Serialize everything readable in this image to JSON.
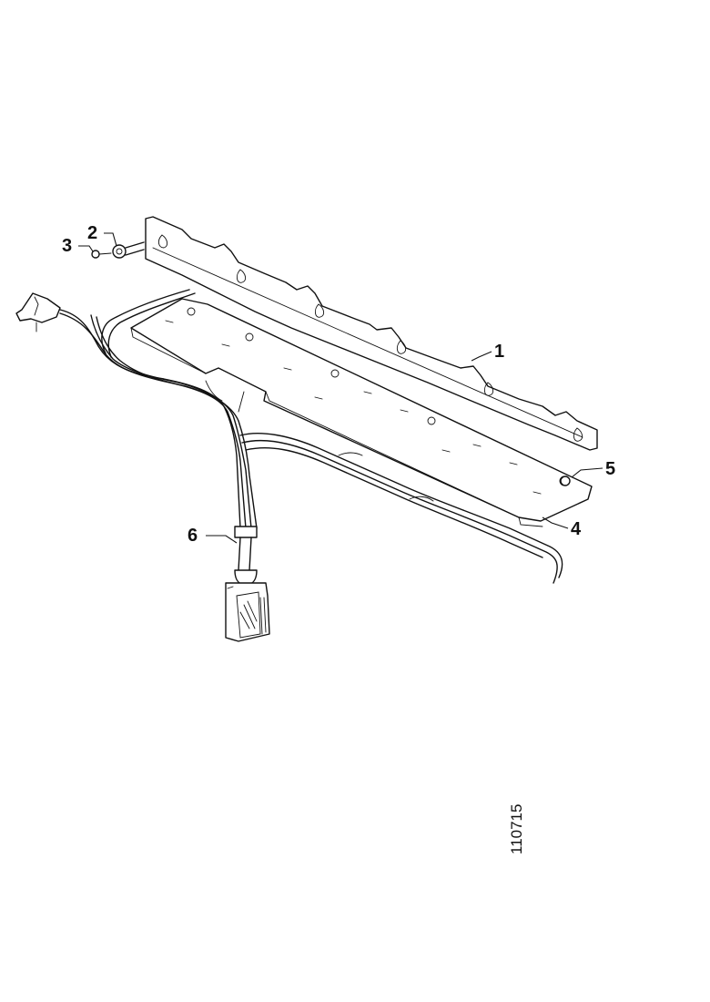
{
  "diagram": {
    "callouts": [
      {
        "id": "1",
        "label": "1"
      },
      {
        "id": "2",
        "label": "2"
      },
      {
        "id": "3",
        "label": "3"
      },
      {
        "id": "4",
        "label": "4"
      },
      {
        "id": "5",
        "label": "5"
      },
      {
        "id": "6",
        "label": "6"
      }
    ],
    "figure_number": "110715"
  }
}
